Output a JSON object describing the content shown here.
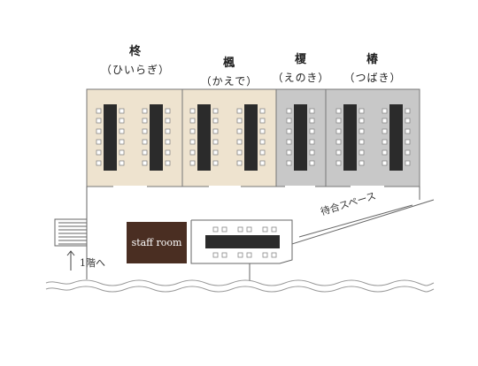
{
  "rooms": [
    {
      "id": "hiiragi",
      "kanji": "柊",
      "kana": "（ひいらぎ）",
      "floor_color": "#eee3cf"
    },
    {
      "id": "kaede",
      "kanji": "楓",
      "kana": "（かえで）",
      "floor_color": "#eee3cf"
    },
    {
      "id": "enoki",
      "kanji": "榎",
      "kana": "（えのき）",
      "floor_color": "#c8c8c8"
    },
    {
      "id": "tsubaki",
      "kanji": "椿",
      "kana": "（つばき）",
      "floor_color": "#c8c8c8"
    }
  ],
  "staff_room": {
    "label": "staff room",
    "color": "#4a2e22"
  },
  "waiting_area": {
    "label": "待合スペース"
  },
  "stairs": {
    "label": "1階へ"
  },
  "colors": {
    "table": "#2b2b2b",
    "wall": "#666666",
    "chair": "#888888",
    "water": "#999999"
  }
}
